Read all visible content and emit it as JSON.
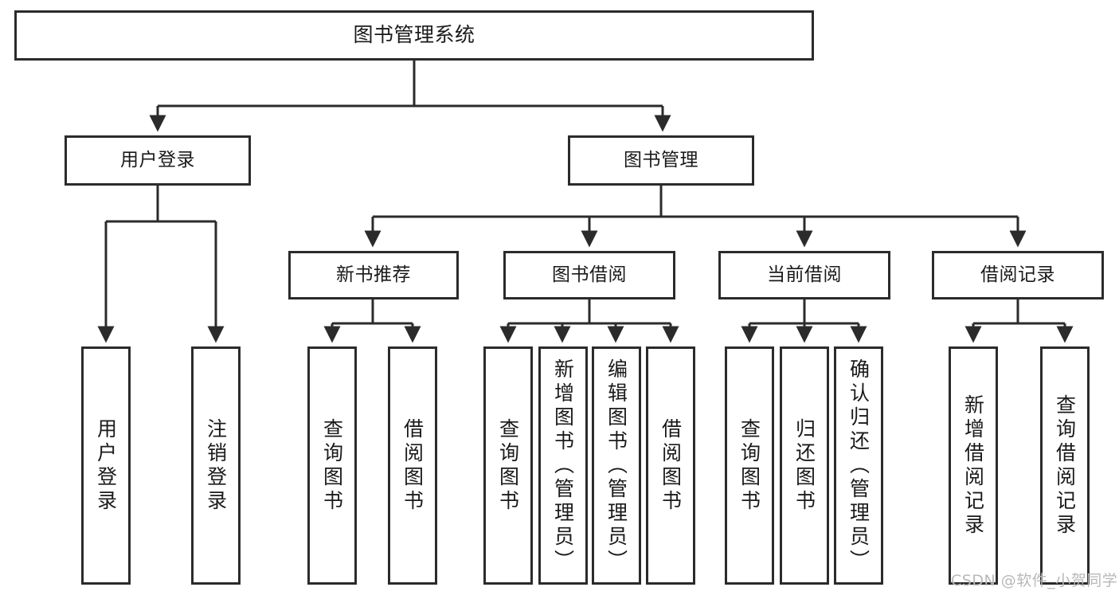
{
  "diagram": {
    "title": "图书管理系统",
    "type": "hierarchy-tree",
    "colors": {
      "box_border": "#2b2b2b",
      "box_fill": "#ffffff",
      "connector": "#2b2b2b",
      "text": "#1a1a1a",
      "watermark": "#b8b8b8",
      "background": "#ffffff"
    },
    "root": {
      "label": "图书管理系统"
    },
    "level2": [
      {
        "label": "用户登录"
      },
      {
        "label": "图书管理"
      }
    ],
    "level3": [
      {
        "label": "新书推荐"
      },
      {
        "label": "图书借阅"
      },
      {
        "label": "当前借阅"
      },
      {
        "label": "借阅记录"
      }
    ],
    "leaves_user_login": [
      {
        "label": "用户登录"
      },
      {
        "label": "注销登录"
      }
    ],
    "leaves_new_book": [
      {
        "label": "查询图书"
      },
      {
        "label": "借阅图书"
      }
    ],
    "leaves_borrow_book": [
      {
        "label": "查询图书"
      },
      {
        "label": "新增图书（管理员）"
      },
      {
        "label": "编辑图书（管理员）"
      },
      {
        "label": "借阅图书"
      }
    ],
    "leaves_current_borrow": [
      {
        "label": "查询图书"
      },
      {
        "label": "归还图书"
      },
      {
        "label": "确认归还（管理员）"
      }
    ],
    "leaves_borrow_record": [
      {
        "label": "新增借阅记录"
      },
      {
        "label": "查询借阅记录"
      }
    ],
    "watermark": "CSDN @软件_小贺同学"
  }
}
